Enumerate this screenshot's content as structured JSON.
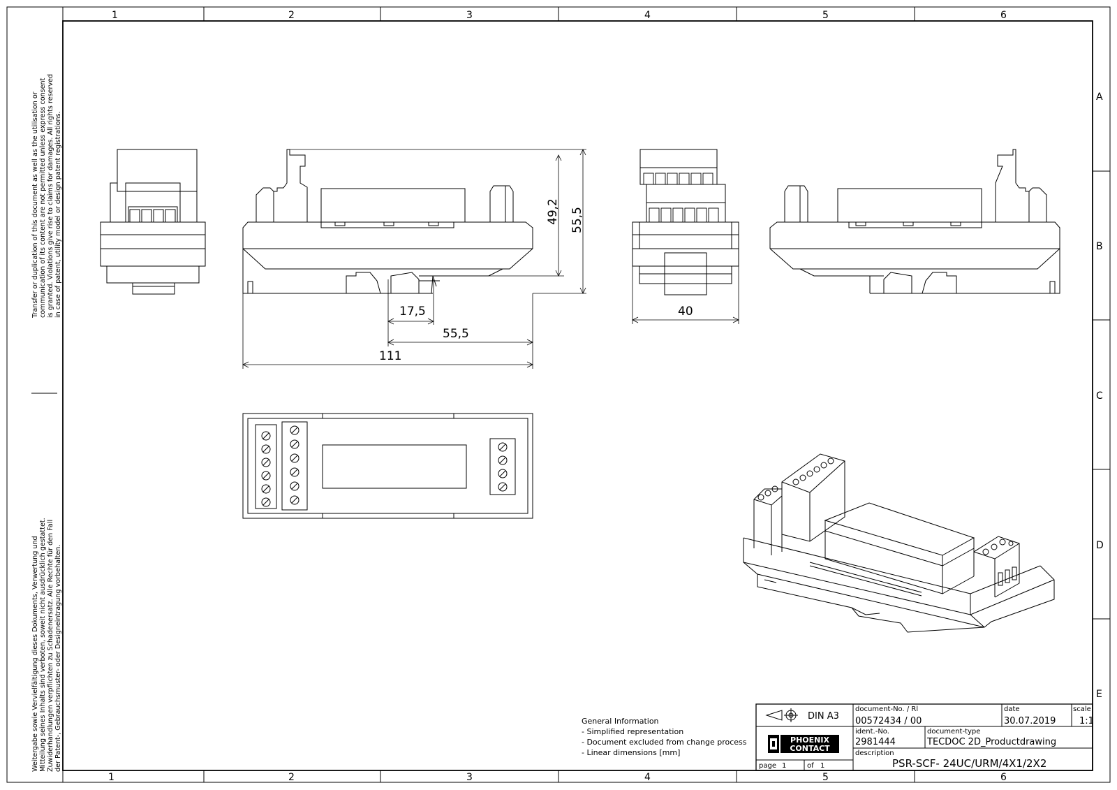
{
  "grid": {
    "columns": [
      "1",
      "2",
      "3",
      "4",
      "5",
      "6"
    ],
    "rows": [
      "A",
      "B",
      "C",
      "D",
      "E"
    ]
  },
  "legal_en": [
    "Transfer or duplication of this document as well as the utilisation or",
    "communication of its content are not permitted unless express consent",
    "is granted. Violations give rise to claims for damages. All rights reserved",
    "in case of patent, utility model or design patent registrations."
  ],
  "legal_de": [
    "Weitergabe sowie Vervielfältigung dieses Dokuments, Verwertung und",
    "Mitteilung seines Inhalts sind verboten, soweit nicht ausdrücklich gestattet.",
    "Zuwiderhandlungen verpflichten zu Schadenersatz. Alle Rechte für den Fall",
    "der Patent-, Gebrauchsmuster- oder Designeintragung vorbehalten."
  ],
  "dimensions": {
    "height_inner": "49,2",
    "height_outer": "55,5",
    "din_offset": "17,5",
    "half_width": "55,5",
    "total_width": "111",
    "depth": "40"
  },
  "general_info": {
    "title": "General Information",
    "items": [
      "- Simplified representation",
      "- Document excluded from change process",
      "- Linear dimensions [mm]"
    ]
  },
  "title_block": {
    "format": "DIN A3",
    "document_no_label": "document-No. / Rl",
    "document_no": "00572434 / 00",
    "date_label": "date",
    "date": "30.07.2019",
    "scale_label": "scale",
    "scale": "1:1",
    "ident_label": "ident.-No.",
    "ident": "2981444",
    "doctype_label": "document-type",
    "doctype": "TECDOC 2D_Productdrawing",
    "description_label": "description",
    "description": "PSR-SCF- 24UC/URM/4X1/2X2",
    "page_label": "page",
    "page": "1",
    "of_label": "of",
    "of": "1",
    "logo_line1": "PHOENIX",
    "logo_line2": "CONTACT"
  }
}
